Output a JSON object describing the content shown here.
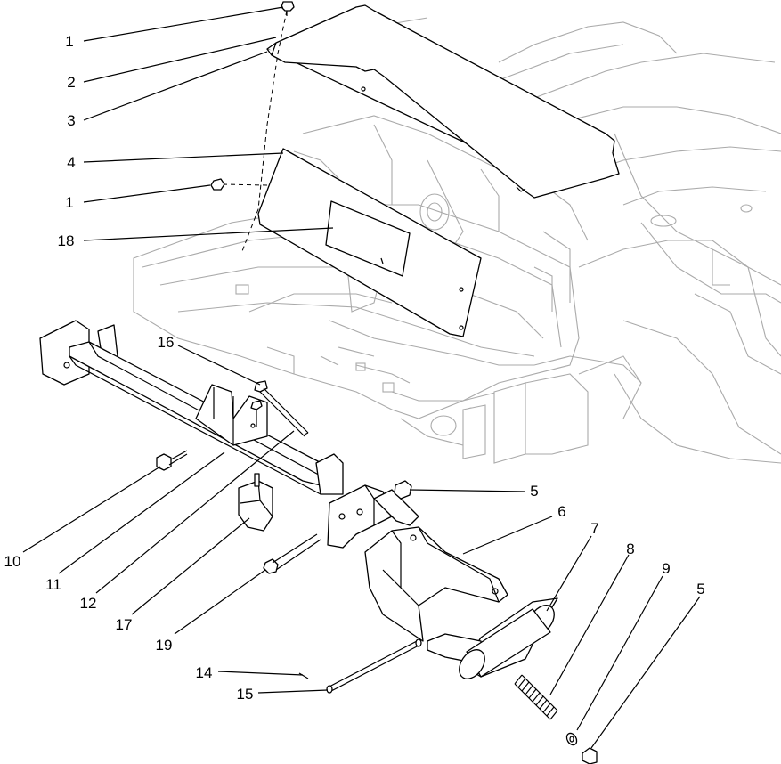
{
  "callouts": [
    {
      "id": "c1a",
      "label": "1"
    },
    {
      "id": "c2",
      "label": "2"
    },
    {
      "id": "c3",
      "label": "3"
    },
    {
      "id": "c4",
      "label": "4"
    },
    {
      "id": "c1b",
      "label": "1"
    },
    {
      "id": "c18",
      "label": "18"
    },
    {
      "id": "c16",
      "label": "16"
    },
    {
      "id": "c5a",
      "label": "5"
    },
    {
      "id": "c6",
      "label": "6"
    },
    {
      "id": "c7",
      "label": "7"
    },
    {
      "id": "c8",
      "label": "8"
    },
    {
      "id": "c9",
      "label": "9"
    },
    {
      "id": "c5b",
      "label": "5"
    },
    {
      "id": "c10",
      "label": "10"
    },
    {
      "id": "c11",
      "label": "11"
    },
    {
      "id": "c12",
      "label": "12"
    },
    {
      "id": "c17",
      "label": "17"
    },
    {
      "id": "c19",
      "label": "19"
    },
    {
      "id": "c14",
      "label": "14"
    },
    {
      "id": "c15",
      "label": "15"
    }
  ]
}
